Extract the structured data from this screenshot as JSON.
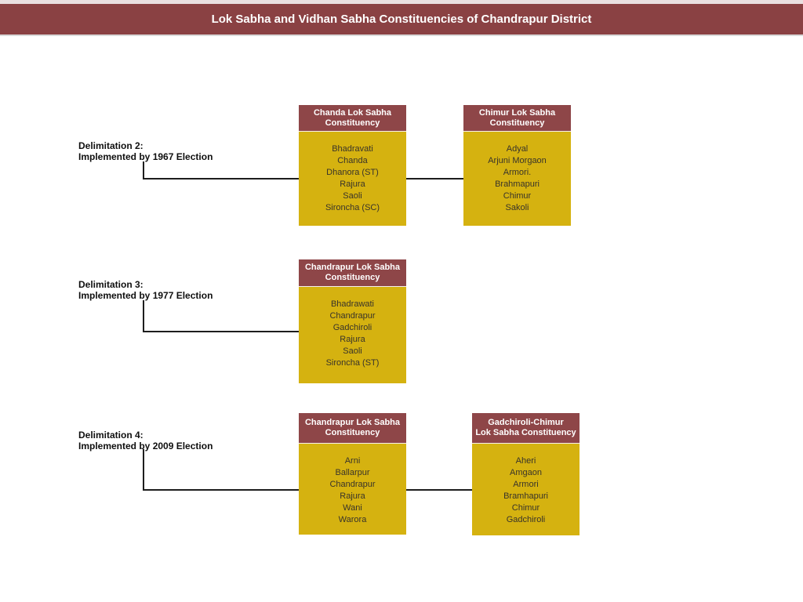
{
  "title": "Lok Sabha and Vidhan Sabha Constituencies of Chandrapur District",
  "colors": {
    "banner": "#8a4143",
    "box_header": "#8e4648",
    "box_body": "#d5b210",
    "connector": "#1d1d1d"
  },
  "sections": [
    {
      "label_line1": "Delimitation 2:",
      "label_line2": "Implemented by 1967 Election",
      "boxes": [
        {
          "title_line1": "Chanda Lok Sabha",
          "title_line2": "Constituency",
          "items": [
            "Bhadravati",
            "Chanda",
            "Dhanora (ST)",
            "Rajura",
            "Saoli",
            "Sironcha (SC)"
          ]
        },
        {
          "title_line1": "Chimur Lok Sabha",
          "title_line2": "Constituency",
          "items": [
            "Adyal",
            "Arjuni Morgaon",
            "Armori.",
            "Brahmapuri",
            "Chimur",
            "Sakoli"
          ]
        }
      ]
    },
    {
      "label_line1": "Delimitation 3:",
      "label_line2": "Implemented by 1977 Election",
      "boxes": [
        {
          "title_line1": "Chandrapur Lok Sabha",
          "title_line2": "Constituency",
          "items": [
            "Bhadrawati",
            "Chandrapur",
            "Gadchiroli",
            "Rajura",
            "Saoli",
            "Sironcha (ST)"
          ]
        }
      ]
    },
    {
      "label_line1": "Delimitation 4:",
      "label_line2": "Implemented by 2009 Election",
      "boxes": [
        {
          "title_line1": "Chandrapur Lok Sabha",
          "title_line2": "Constituency",
          "items": [
            "Arni",
            "Ballarpur",
            "Chandrapur",
            "Rajura",
            "Wani",
            "Warora"
          ]
        },
        {
          "title_line1": "Gadchiroli-Chimur",
          "title_line2": "Lok Sabha Constituency",
          "items": [
            "Aheri",
            "Amgaon",
            "Armori",
            "Bramhapuri",
            "Chimur",
            "Gadchiroli"
          ]
        }
      ]
    }
  ]
}
